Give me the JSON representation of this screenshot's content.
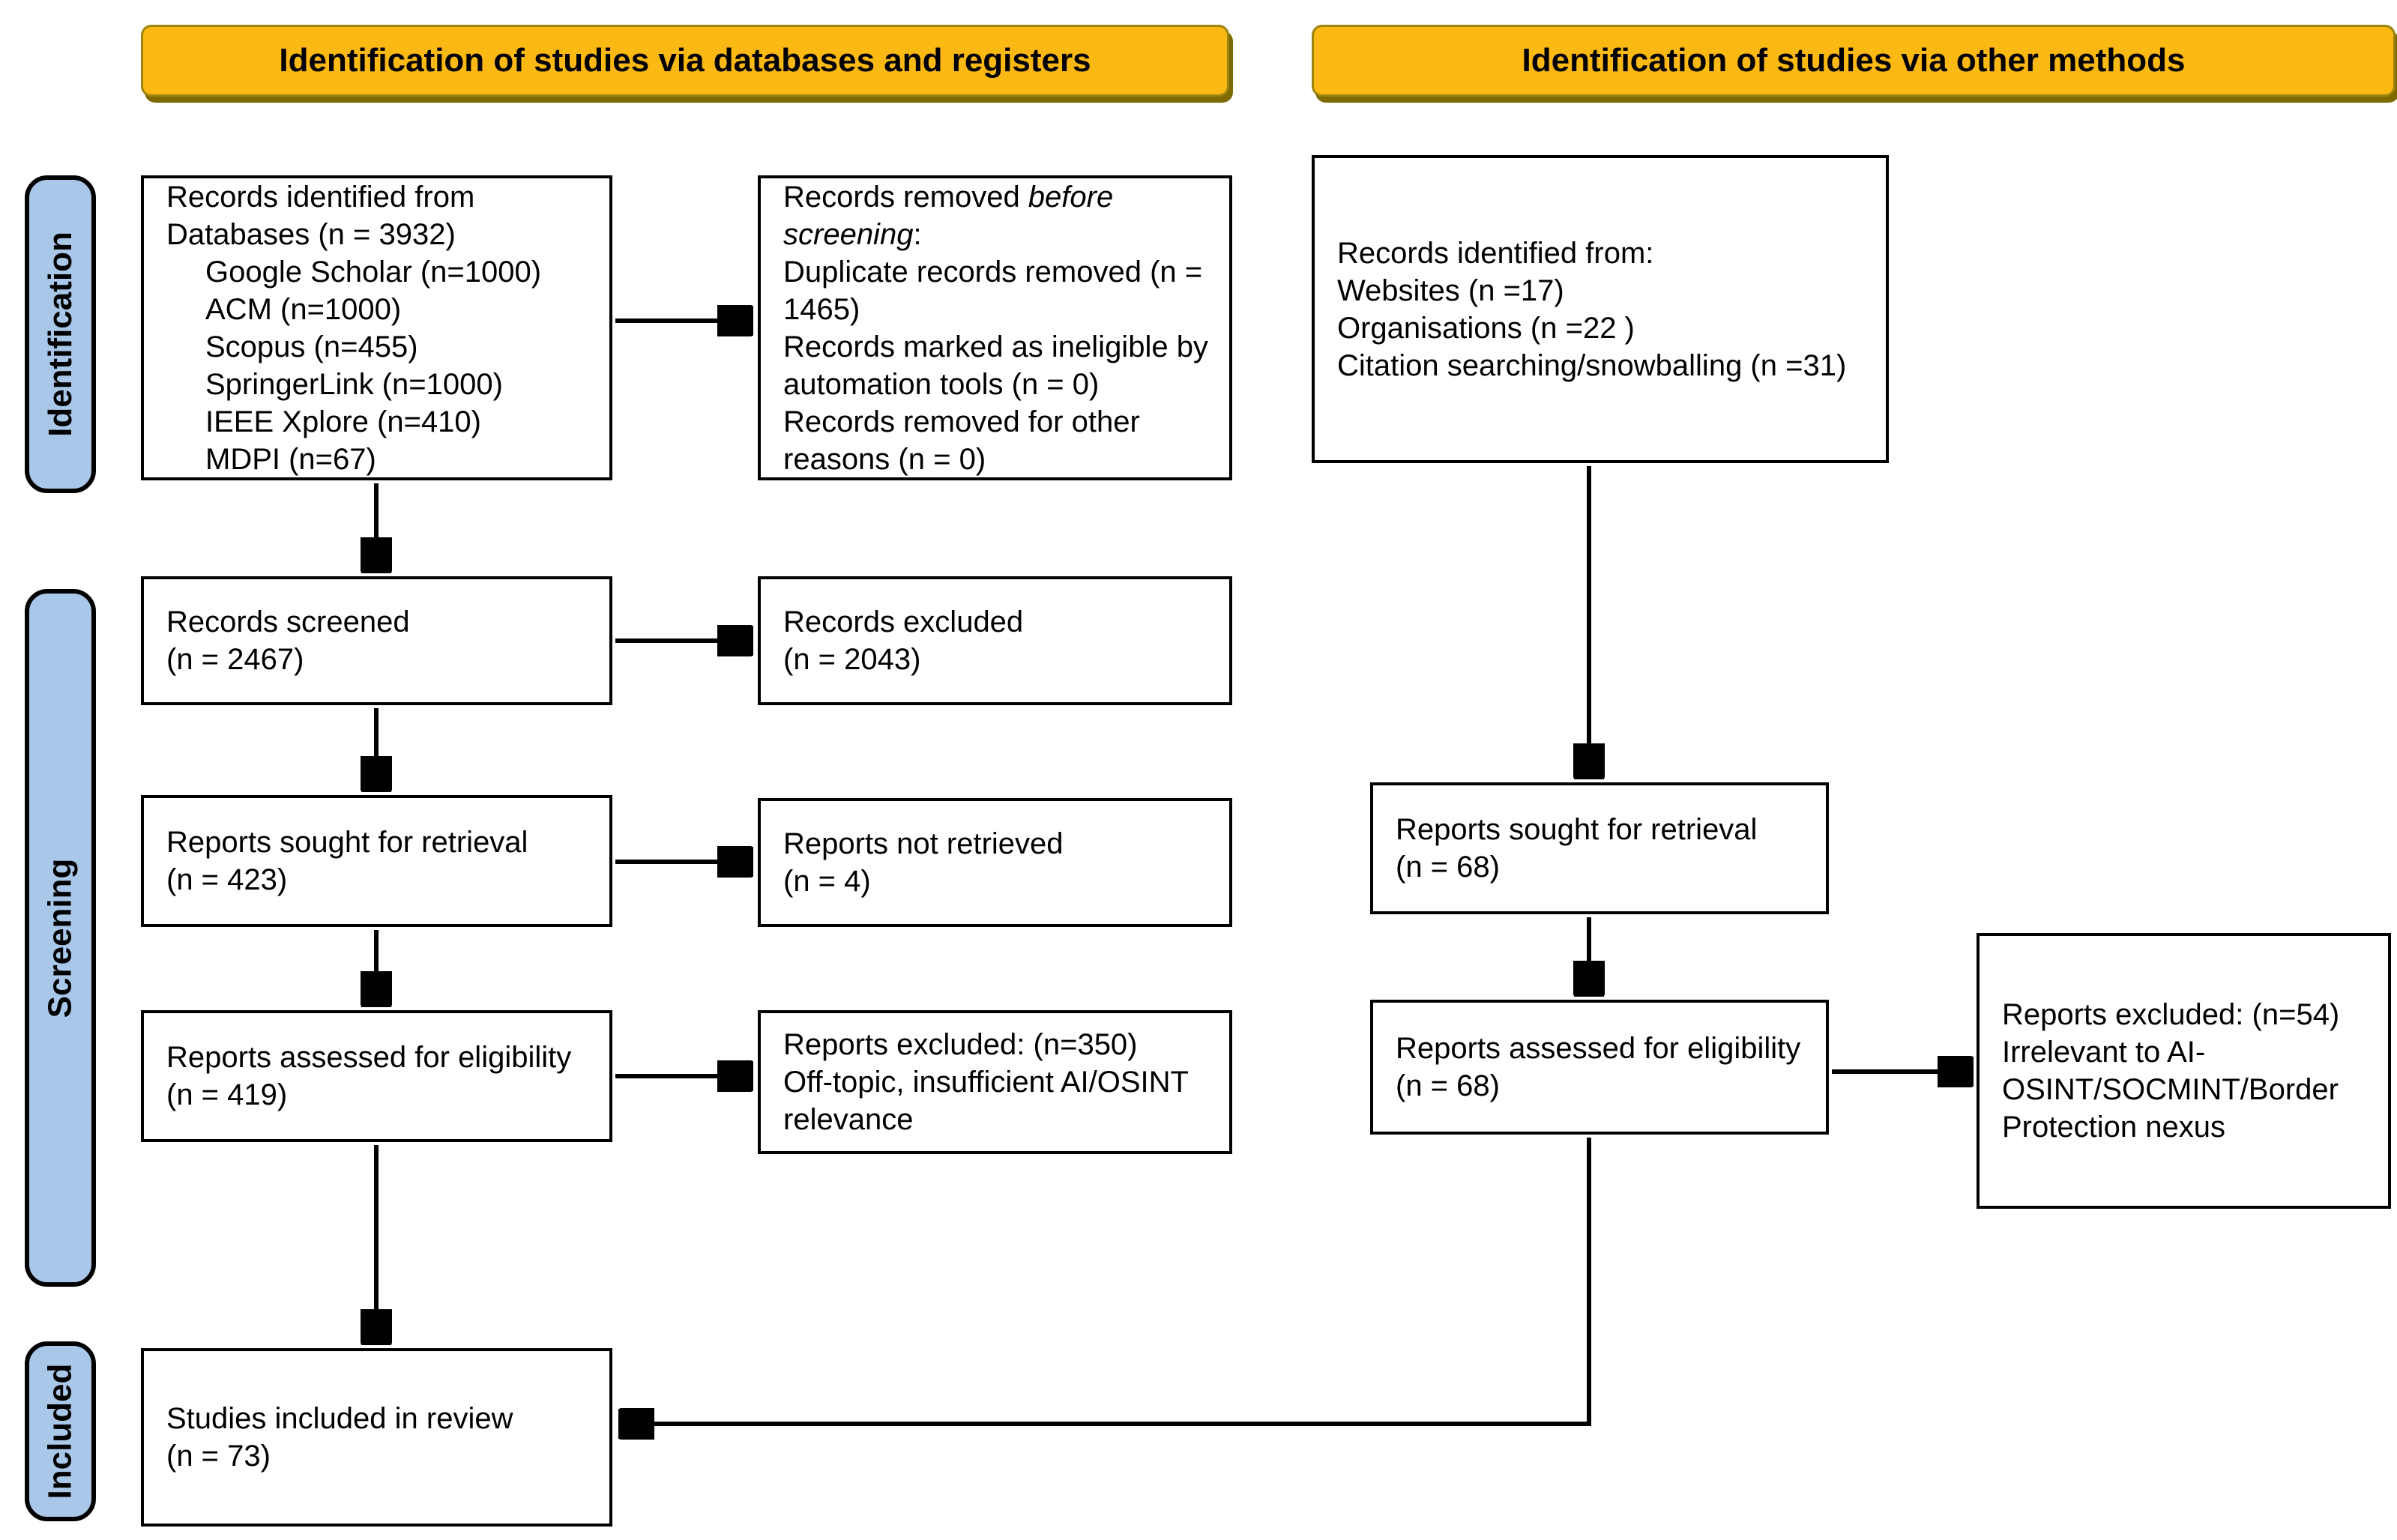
{
  "colors": {
    "banner_fill": "#FCB813",
    "banner_border": "#9C8410",
    "banner_shadow": "#7E6A00",
    "stage_fill": "#A9C7E8",
    "stage_border": "#000000",
    "box_border": "#000000",
    "arrow": "#000000"
  },
  "banners": {
    "databases": "Identification of studies via databases and registers",
    "other_methods": "Identification of studies via other methods"
  },
  "stages": {
    "identification": "Identification",
    "screening": "Screening",
    "included": "Included"
  },
  "boxes": {
    "db_identified": {
      "lines": [
        {
          "parts": [
            {
              "text": "Records identified from"
            }
          ]
        },
        {
          "parts": [
            {
              "text": "Databases (n = 3932)"
            }
          ]
        },
        {
          "indent": true,
          "parts": [
            {
              "text": "Google Scholar (n=1000)"
            }
          ]
        },
        {
          "indent": true,
          "parts": [
            {
              "text": "ACM (n=1000)"
            }
          ]
        },
        {
          "indent": true,
          "parts": [
            {
              "text": "Scopus (n=455)"
            }
          ]
        },
        {
          "indent": true,
          "parts": [
            {
              "text": "SpringerLink (n=1000)"
            }
          ]
        },
        {
          "indent": true,
          "parts": [
            {
              "text": "IEEE Xplore (n=410)"
            }
          ]
        },
        {
          "indent": true,
          "parts": [
            {
              "text": "MDPI (n=67)"
            }
          ]
        }
      ]
    },
    "removed_before_screening": {
      "lines": [
        {
          "parts": [
            {
              "text": "Records removed "
            },
            {
              "text": "before",
              "italic": true
            }
          ]
        },
        {
          "parts": [
            {
              "text": "screening",
              "italic": true
            },
            {
              "text": ":"
            }
          ]
        },
        {
          "parts": [
            {
              "text": "Duplicate records removed  (n ="
            }
          ]
        },
        {
          "parts": [
            {
              "text": "1465)"
            }
          ]
        },
        {
          "parts": [
            {
              "text": "Records marked as ineligible by"
            }
          ]
        },
        {
          "parts": [
            {
              "text": "automation tools (n = 0)"
            }
          ]
        },
        {
          "parts": [
            {
              "text": "Records removed for other"
            }
          ]
        },
        {
          "parts": [
            {
              "text": "reasons (n = 0)"
            }
          ]
        }
      ]
    },
    "records_screened": {
      "lines": [
        {
          "parts": [
            {
              "text": "Records screened"
            }
          ]
        },
        {
          "parts": [
            {
              "text": "(n = 2467)"
            }
          ]
        }
      ]
    },
    "records_excluded": {
      "lines": [
        {
          "parts": [
            {
              "text": "Records excluded"
            }
          ]
        },
        {
          "parts": [
            {
              "text": "(n = 2043)"
            }
          ]
        }
      ]
    },
    "reports_sought": {
      "lines": [
        {
          "parts": [
            {
              "text": "Reports sought for retrieval"
            }
          ]
        },
        {
          "parts": [
            {
              "text": "(n = 423)"
            }
          ]
        }
      ]
    },
    "reports_not_retrieved": {
      "lines": [
        {
          "parts": [
            {
              "text": "Reports not retrieved"
            }
          ]
        },
        {
          "parts": [
            {
              "text": "(n = 4)"
            }
          ]
        }
      ]
    },
    "reports_assessed": {
      "lines": [
        {
          "parts": [
            {
              "text": "Reports assessed for eligibility"
            }
          ]
        },
        {
          "parts": [
            {
              "text": "(n = 419)"
            }
          ]
        }
      ]
    },
    "reports_excluded_350": {
      "lines": [
        {
          "parts": [
            {
              "text": "Reports excluded: (n=350)"
            }
          ]
        },
        {
          "parts": [
            {
              "text": "Off-topic, insufficient AI/OSINT"
            }
          ]
        },
        {
          "parts": [
            {
              "text": "relevance"
            }
          ]
        }
      ]
    },
    "studies_included": {
      "lines": [
        {
          "parts": [
            {
              "text": "Studies included in review"
            }
          ]
        },
        {
          "parts": [
            {
              "text": "(n = 73)"
            }
          ]
        }
      ]
    },
    "other_identified": {
      "lines": [
        {
          "parts": [
            {
              "text": "Records identified from:"
            }
          ]
        },
        {
          "parts": [
            {
              "text": "Websites (n =17)"
            }
          ]
        },
        {
          "parts": [
            {
              "text": "Organisations (n =22 )"
            }
          ]
        },
        {
          "parts": [
            {
              "text": "Citation searching/snowballing (n =31)"
            }
          ]
        }
      ]
    },
    "other_sought": {
      "lines": [
        {
          "parts": [
            {
              "text": "Reports sought for retrieval"
            }
          ]
        },
        {
          "parts": [
            {
              "text": "(n = 68)"
            }
          ]
        }
      ]
    },
    "other_assessed": {
      "lines": [
        {
          "parts": [
            {
              "text": "Reports assessed for eligibility"
            }
          ]
        },
        {
          "parts": [
            {
              "text": "(n = 68)"
            }
          ]
        }
      ]
    },
    "reports_excluded_54": {
      "lines": [
        {
          "parts": [
            {
              "text": "Reports excluded: (n=54)"
            }
          ]
        },
        {
          "parts": [
            {
              "text": "Irrelevant to AI-"
            }
          ]
        },
        {
          "parts": [
            {
              "text": "OSINT/SOCMINT/Border"
            }
          ]
        },
        {
          "parts": [
            {
              "text": "Protection nexus"
            }
          ]
        }
      ]
    }
  }
}
